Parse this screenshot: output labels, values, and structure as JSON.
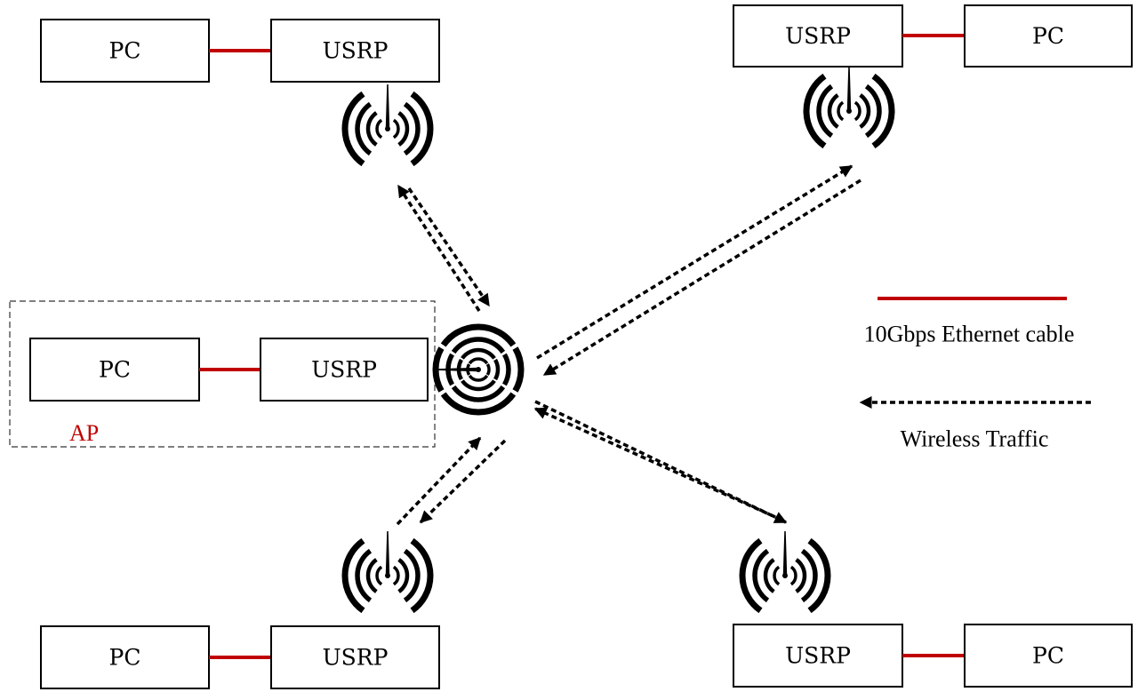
{
  "colors": {
    "cable": "#c00000",
    "ap_label": "#c00000",
    "ink": "#000000"
  },
  "nodes": {
    "top_left": {
      "pc": "PC",
      "usrp": "USRP"
    },
    "top_right": {
      "usrp": "USRP",
      "pc": "PC"
    },
    "access_point": {
      "pc": "PC",
      "usrp": "USRP",
      "label": "AP"
    },
    "bottom_left": {
      "pc": "PC",
      "usrp": "USRP"
    },
    "bottom_right": {
      "usrp": "USRP",
      "pc": "PC"
    }
  },
  "icons": {
    "antenna": "wireless-antenna-icon"
  },
  "legend": {
    "cable": "10Gbps Ethernet cable",
    "wireless": "Wireless Traffic"
  }
}
